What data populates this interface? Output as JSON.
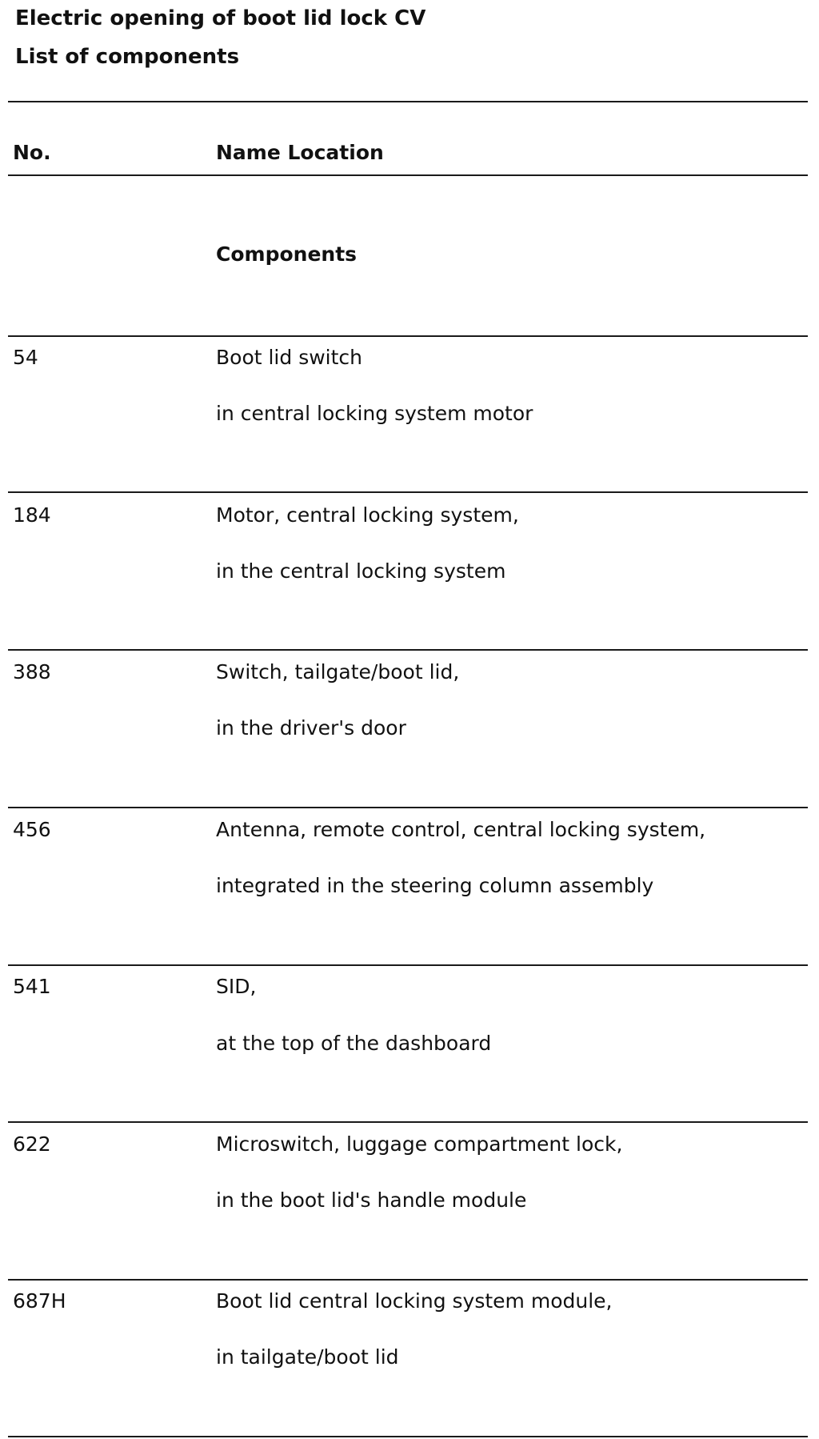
{
  "document": {
    "title": "Electric opening of boot lid lock CV",
    "subtitle": "List of components"
  },
  "table": {
    "header_no": "No.",
    "header_name_location": "Name Location",
    "section_label": "Components",
    "rows": [
      {
        "no": "54",
        "name": "Boot lid switch",
        "location": "in central locking system motor"
      },
      {
        "no": "184",
        "name": "Motor, central locking system,",
        "location": "in the central locking system"
      },
      {
        "no": "388",
        "name": "Switch, tailgate/boot lid,",
        "location": "in the driver's door"
      },
      {
        "no": "456",
        "name": "Antenna, remote control, central locking system,",
        "location": "integrated in the steering column assembly"
      },
      {
        "no": "541",
        "name": "SID,",
        "location": "at the top of the dashboard"
      },
      {
        "no": "622",
        "name": "Microswitch, luggage compartment lock,",
        "location": "in the boot lid's handle module"
      },
      {
        "no": "687H",
        "name": "Boot lid central locking system module,",
        "location": "in tailgate/boot lid"
      }
    ]
  }
}
